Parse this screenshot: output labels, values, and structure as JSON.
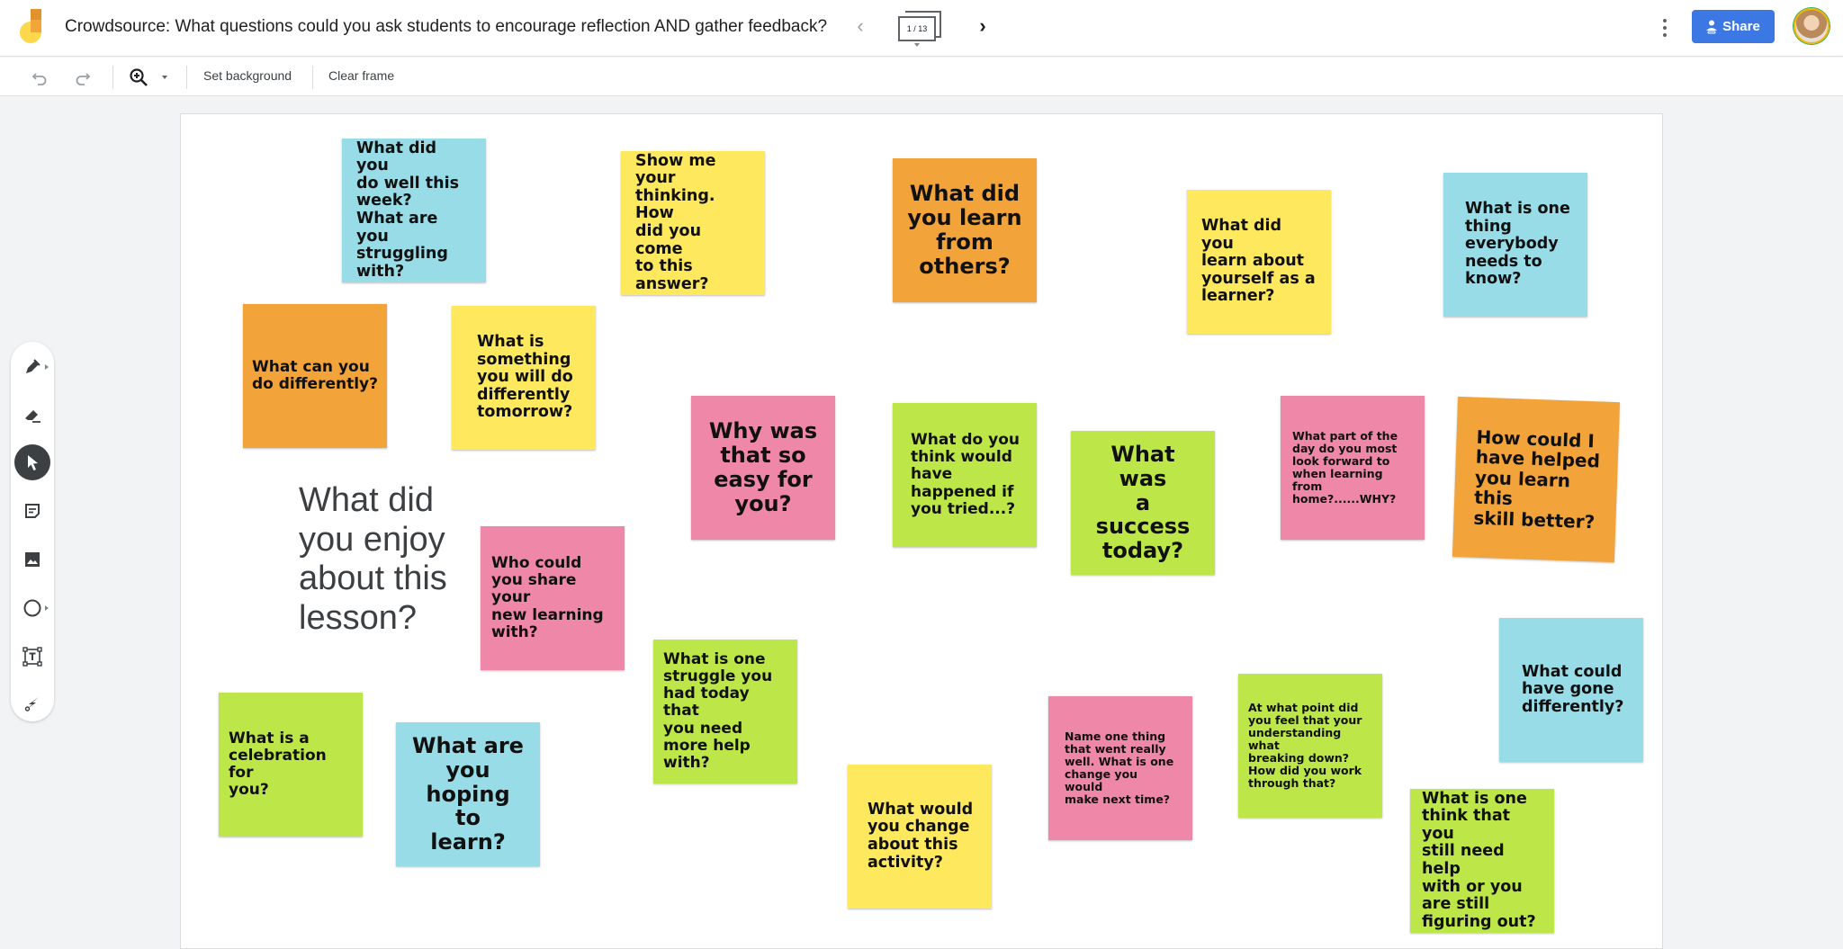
{
  "header": {
    "title": "Crowdsource: What questions could you ask students to encourage reflection AND gather feedback?",
    "frame_counter": "1 / 13",
    "prev_icon": "chevron-left-icon",
    "next_icon": "chevron-right-icon",
    "more_icon": "more-vert-icon",
    "share_label": "Share",
    "share_color": "#3c78e4"
  },
  "toolbar": {
    "undo_icon": "undo-icon",
    "redo_icon": "redo-icon",
    "zoom_icon": "zoom-in-icon",
    "set_background_label": "Set background",
    "clear_frame_label": "Clear frame"
  },
  "tools": [
    {
      "name": "pen",
      "icon": "pen-icon",
      "has_menu": true
    },
    {
      "name": "eraser",
      "icon": "eraser-icon",
      "has_menu": false
    },
    {
      "name": "select",
      "icon": "cursor-icon",
      "active": true
    },
    {
      "name": "sticky-note",
      "icon": "sticky-note-icon"
    },
    {
      "name": "image",
      "icon": "image-icon"
    },
    {
      "name": "shape",
      "icon": "circle-icon",
      "has_menu": true
    },
    {
      "name": "text-box",
      "icon": "text-box-icon"
    },
    {
      "name": "laser",
      "icon": "laser-icon"
    }
  ],
  "colors": {
    "blue": "#97dce7",
    "yellow": "#fde85e",
    "orange": "#f2a33a",
    "pink": "#ef87a9",
    "green": "#bde748"
  },
  "notes": [
    {
      "text": "What did you\ndo well this\nweek?\nWhat are you\nstruggling\nwith?",
      "color": "blue"
    },
    {
      "text": "Show me your\nthinking. How\ndid you come\nto this\nanswer?",
      "color": "yellow"
    },
    {
      "text": "What did\nyou learn\nfrom\nothers?",
      "color": "orange"
    },
    {
      "text": "What did you\nlearn about\nyourself as a\nlearner?",
      "color": "yellow"
    },
    {
      "text": "What is one\nthing\neverybody\nneeds to\nknow?",
      "color": "blue"
    },
    {
      "text": "What can you\ndo differently?",
      "color": "orange"
    },
    {
      "text": "What is\nsomething\nyou will do\ndifferently\ntomorrow?",
      "color": "yellow"
    },
    {
      "text": "Why was\nthat so\neasy for\nyou?",
      "color": "pink"
    },
    {
      "text": "What do you\nthink would\nhave\nhappened if\nyou tried...?",
      "color": "green"
    },
    {
      "text": "What was\na success\ntoday?",
      "color": "green"
    },
    {
      "text": "What part of the\nday do you most\nlook forward to\nwhen learning from\nhome?......WHY?",
      "color": "pink"
    },
    {
      "text": "How could I\nhave helped\nyou learn this\nskill better?",
      "color": "orange"
    },
    {
      "text": "Who could\nyou share your\nnew learning\nwith?",
      "color": "pink"
    },
    {
      "text": "What is one\nstruggle you\nhad today that\nyou need\nmore help\nwith?",
      "color": "green"
    },
    {
      "text": "What is a\ncelebration for\nyou?",
      "color": "green"
    },
    {
      "text": "What are\nyou\nhoping to\nlearn?",
      "color": "blue"
    },
    {
      "text": "What would\nyou change\nabout this\nactivity?",
      "color": "yellow"
    },
    {
      "text": "Name one thing\nthat went really\nwell.  What is one\nchange you would\nmake next time?",
      "color": "pink"
    },
    {
      "text": "At what point did\nyou feel that your\nunderstanding what\nbreaking down?\nHow did you work\nthrough that?",
      "color": "green"
    },
    {
      "text": "What could\nhave gone\ndifferently?",
      "color": "blue"
    },
    {
      "text": "What is one\nthink that you\nstill need help\nwith or you\nare still\nfiguring out?",
      "color": "green"
    }
  ],
  "free_text": "What did\nyou enjoy\nabout this\nlesson?"
}
